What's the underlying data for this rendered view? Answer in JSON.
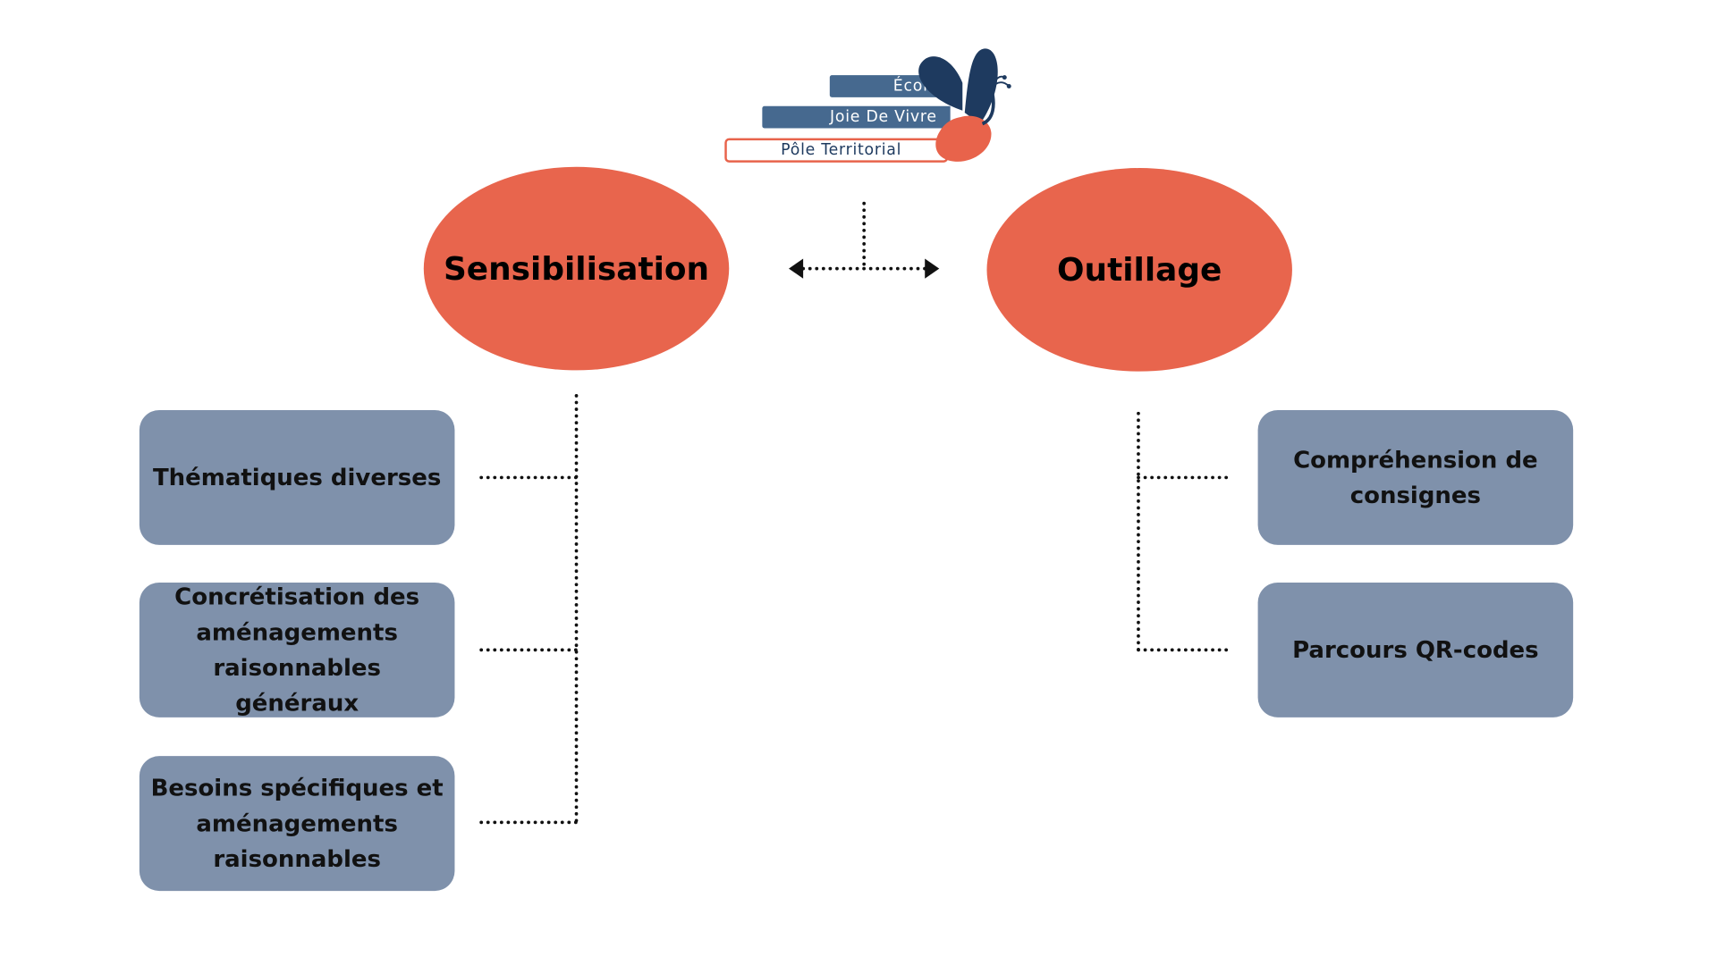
{
  "logo": {
    "line1": "École",
    "line2": "Joie De Vivre",
    "line3": "Pôle Territorial",
    "icon": "butterfly-icon",
    "colors": {
      "navy": "#1e3a5f",
      "slate": "#46698f",
      "coral": "#e8634b"
    }
  },
  "hubs": [
    {
      "label": "Sensibilisation"
    },
    {
      "label": "Outillage"
    }
  ],
  "left_items": [
    {
      "label": "Thématiques diverses"
    },
    {
      "label": "Concrétisation des aménagements raisonnables généraux"
    },
    {
      "label": "Besoins spécifiques et aménagements raisonnables"
    }
  ],
  "right_items": [
    {
      "label": "Compréhension de consignes"
    },
    {
      "label": "Parcours QR-codes"
    }
  ],
  "colors": {
    "hub": "#e8654d",
    "box": "#7f91ab",
    "text": "#111111",
    "connector": "#111111"
  }
}
